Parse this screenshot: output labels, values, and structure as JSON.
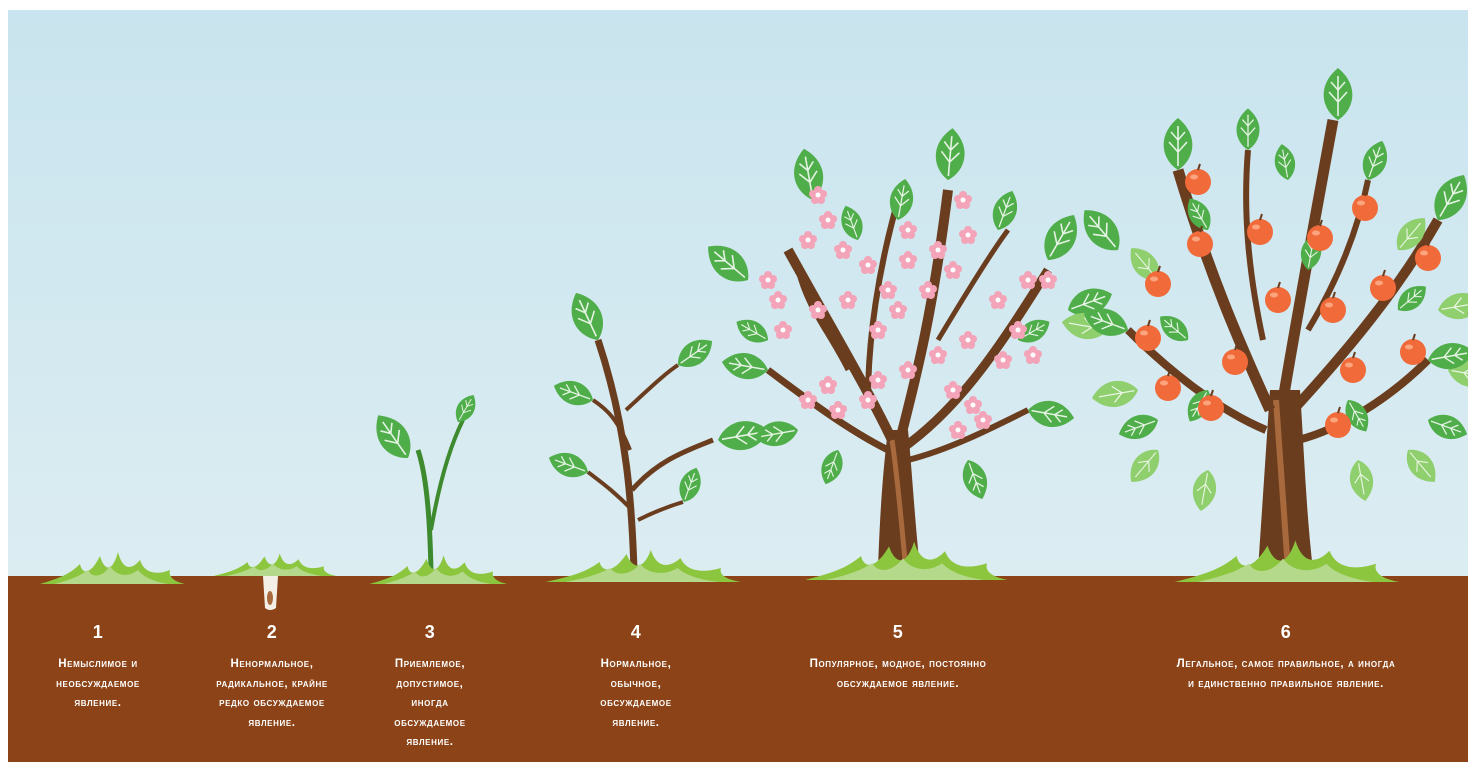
{
  "colors": {
    "sky_top": "#cde6ef",
    "sky_bottom": "#d9ecf1",
    "soil": "#8b4317",
    "grass": "#8cc63f",
    "grass_light": "#b5d98a",
    "leaf": "#4fae4a",
    "leaf_light": "#8fcf6e",
    "trunk": "#6b3d1f",
    "trunk_light": "#a86a3c",
    "blossom": "#f3a4b8",
    "fruit": "#f06a3a",
    "text": "#ffffff"
  },
  "stages": [
    {
      "number": "1",
      "description": "Немыслимое и необсуждаемое явление."
    },
    {
      "number": "2",
      "description": "Ненормальное, радикальное, крайне редко обсуждаемое явление."
    },
    {
      "number": "3",
      "description": "Приемлемое, допустимое, иногда обсуждаемое явление."
    },
    {
      "number": "4",
      "description": "Нормальное, обычное, обсуждаемое явление."
    },
    {
      "number": "5",
      "description": "Популярное, модное, постоянно обсуждаемое явление."
    },
    {
      "number": "6",
      "description": "Легальное, самое правильное, а иногда и единственно правильное явление."
    }
  ]
}
